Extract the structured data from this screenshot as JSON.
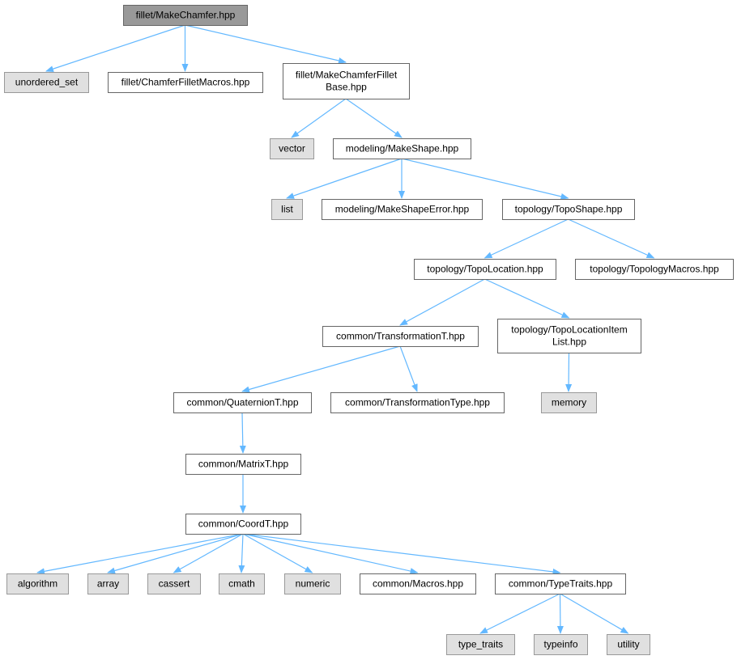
{
  "colors": {
    "root_fill": "#999999",
    "root_stroke": "#666666",
    "system_fill": "#e0e0e0",
    "system_stroke": "#999999",
    "file_fill": "#ffffff",
    "file_stroke": "#666666",
    "edge": "#63b8ff"
  },
  "nodes": [
    {
      "id": "makechamfer",
      "kind": "root",
      "lines": [
        "fillet/MakeChamfer.hpp"
      ]
    },
    {
      "id": "unordered_set",
      "kind": "system",
      "lines": [
        "unordered_set"
      ]
    },
    {
      "id": "chamferfilletmacros",
      "kind": "file",
      "lines": [
        "fillet/ChamferFilletMacros.hpp"
      ]
    },
    {
      "id": "makechamferfilletbase",
      "kind": "file",
      "lines": [
        "fillet/MakeChamferFillet",
        "Base.hpp"
      ]
    },
    {
      "id": "vector",
      "kind": "system",
      "lines": [
        "vector"
      ]
    },
    {
      "id": "makeshape",
      "kind": "file",
      "lines": [
        "modeling/MakeShape.hpp"
      ]
    },
    {
      "id": "list",
      "kind": "system",
      "lines": [
        "list"
      ]
    },
    {
      "id": "makeshapeerror",
      "kind": "file",
      "lines": [
        "modeling/MakeShapeError.hpp"
      ]
    },
    {
      "id": "toposhape",
      "kind": "file",
      "lines": [
        "topology/TopoShape.hpp"
      ]
    },
    {
      "id": "topolocation",
      "kind": "file",
      "lines": [
        "topology/TopoLocation.hpp"
      ]
    },
    {
      "id": "topologymacros",
      "kind": "file",
      "lines": [
        "topology/TopologyMacros.hpp"
      ]
    },
    {
      "id": "transformationt",
      "kind": "file",
      "lines": [
        "common/TransformationT.hpp"
      ]
    },
    {
      "id": "topolocationitemlist",
      "kind": "file",
      "lines": [
        "topology/TopoLocationItem",
        "List.hpp"
      ]
    },
    {
      "id": "quaterniont",
      "kind": "file",
      "lines": [
        "common/QuaternionT.hpp"
      ]
    },
    {
      "id": "transformationtype",
      "kind": "file",
      "lines": [
        "common/TransformationType.hpp"
      ]
    },
    {
      "id": "memory",
      "kind": "system",
      "lines": [
        "memory"
      ]
    },
    {
      "id": "matrixt",
      "kind": "file",
      "lines": [
        "common/MatrixT.hpp"
      ]
    },
    {
      "id": "coordt",
      "kind": "file",
      "lines": [
        "common/CoordT.hpp"
      ]
    },
    {
      "id": "algorithm",
      "kind": "system",
      "lines": [
        "algorithm"
      ]
    },
    {
      "id": "array",
      "kind": "system",
      "lines": [
        "array"
      ]
    },
    {
      "id": "cassert",
      "kind": "system",
      "lines": [
        "cassert"
      ]
    },
    {
      "id": "cmath",
      "kind": "system",
      "lines": [
        "cmath"
      ]
    },
    {
      "id": "numeric",
      "kind": "system",
      "lines": [
        "numeric"
      ]
    },
    {
      "id": "macros",
      "kind": "file",
      "lines": [
        "common/Macros.hpp"
      ]
    },
    {
      "id": "typetraits",
      "kind": "file",
      "lines": [
        "common/TypeTraits.hpp"
      ]
    },
    {
      "id": "type_traits",
      "kind": "system",
      "lines": [
        "type_traits"
      ]
    },
    {
      "id": "typeinfo",
      "kind": "system",
      "lines": [
        "typeinfo"
      ]
    },
    {
      "id": "utility",
      "kind": "system",
      "lines": [
        "utility"
      ]
    }
  ],
  "edges": [
    [
      "makechamfer",
      "unordered_set"
    ],
    [
      "makechamfer",
      "chamferfilletmacros"
    ],
    [
      "makechamfer",
      "makechamferfilletbase"
    ],
    [
      "makechamferfilletbase",
      "vector"
    ],
    [
      "makechamferfilletbase",
      "makeshape"
    ],
    [
      "makeshape",
      "list"
    ],
    [
      "makeshape",
      "makeshapeerror"
    ],
    [
      "makeshape",
      "toposhape"
    ],
    [
      "toposhape",
      "topolocation"
    ],
    [
      "toposhape",
      "topologymacros"
    ],
    [
      "topolocation",
      "transformationt"
    ],
    [
      "topolocation",
      "topolocationitemlist"
    ],
    [
      "transformationt",
      "quaterniont"
    ],
    [
      "transformationt",
      "transformationtype"
    ],
    [
      "topolocationitemlist",
      "memory"
    ],
    [
      "quaterniont",
      "matrixt"
    ],
    [
      "matrixt",
      "coordt"
    ],
    [
      "coordt",
      "algorithm"
    ],
    [
      "coordt",
      "array"
    ],
    [
      "coordt",
      "cassert"
    ],
    [
      "coordt",
      "cmath"
    ],
    [
      "coordt",
      "numeric"
    ],
    [
      "coordt",
      "macros"
    ],
    [
      "coordt",
      "typetraits"
    ],
    [
      "typetraits",
      "type_traits"
    ],
    [
      "typetraits",
      "typeinfo"
    ],
    [
      "typetraits",
      "utility"
    ]
  ]
}
